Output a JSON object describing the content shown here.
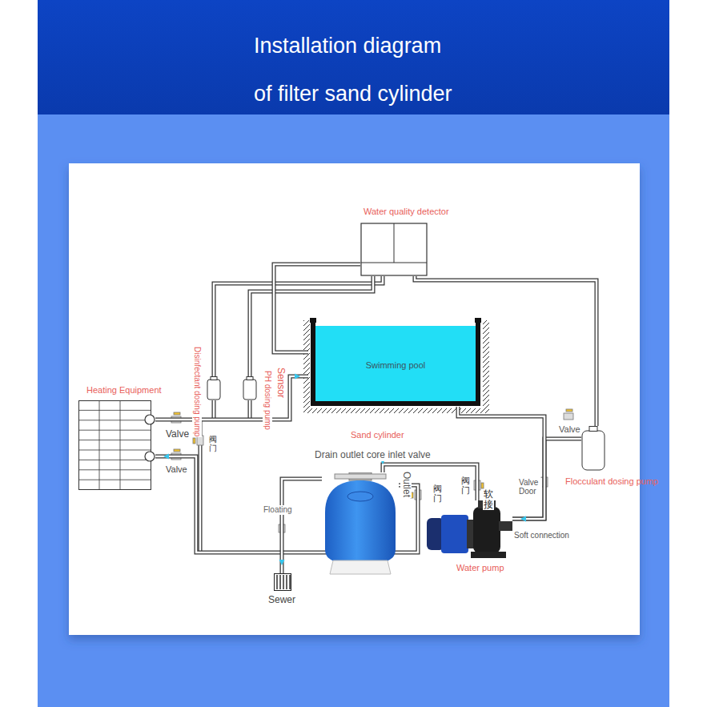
{
  "diagram": {
    "title": "Installation diagram of filter sand cylinder",
    "nodes": [
      {
        "text": [
          "Water quality detector"
        ]
      },
      {
        "text": [
          "Swimming pool"
        ]
      },
      {
        "text": [
          "Heating Equipment"
        ]
      },
      {
        "text": [
          "Disinfectant dosing pump"
        ]
      },
      {
        "text": [
          "PH dosing pump"
        ]
      },
      {
        "text": [
          "Sand cylinder"
        ]
      },
      {
        "text": [
          "Water pump"
        ]
      },
      {
        "text": [
          "Flocculant dosing pump"
        ]
      },
      {
        "text": [
          "Sewer"
        ]
      }
    ],
    "edges": [
      {
        "from": 0,
        "to": 3,
        "arrow": "none"
      },
      {
        "from": 0,
        "to": 4,
        "arrow": "none"
      },
      {
        "from": 0,
        "to": 1,
        "arrow": "none"
      },
      {
        "from": 0,
        "to": 7,
        "arrow": "none"
      },
      {
        "from": 7,
        "to": 6,
        "arrow": "to"
      },
      {
        "from": 1,
        "to": 6,
        "arrow": "to"
      },
      {
        "from": 6,
        "to": 5,
        "arrow": "to"
      },
      {
        "from": 5,
        "to": 2,
        "arrow": "to"
      },
      {
        "from": 2,
        "to": 1,
        "arrow": "to"
      },
      {
        "from": 5,
        "to": 8,
        "arrow": "to"
      }
    ],
    "labels": [
      "Valve",
      "Valve",
      "阀门",
      "Drain outlet core inlet valve",
      "Outlet",
      "阀门",
      "阀门",
      "软接",
      "Floating",
      "Valve",
      "Valve Door",
      "Soft connection",
      "Sensor"
    ]
  }
}
